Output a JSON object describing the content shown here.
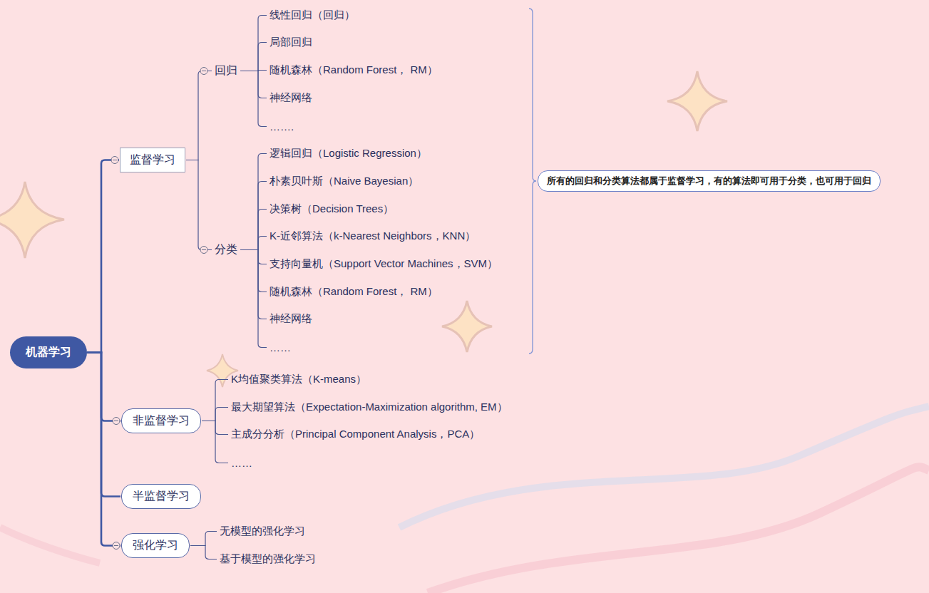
{
  "diagram": {
    "nodes": [
      {
        "text": [
          "机器学习"
        ]
      },
      {
        "text": [
          "监督学习"
        ]
      },
      {
        "text": [
          "回归"
        ]
      },
      {
        "text": [
          "线性回归（回归）"
        ]
      },
      {
        "text": [
          "局部回归"
        ]
      },
      {
        "text": [
          "随机森林（Random Forest， RM）"
        ]
      },
      {
        "text": [
          "神经网络"
        ]
      },
      {
        "text": [
          "……."
        ]
      },
      {
        "text": [
          "分类"
        ]
      },
      {
        "text": [
          "逻辑回归（Logistic Regression）"
        ]
      },
      {
        "text": [
          "朴素贝叶斯（Naive Bayesian）"
        ]
      },
      {
        "text": [
          "决策树（Decision Trees）"
        ]
      },
      {
        "text": [
          "K-近邻算法（k-Nearest Neighbors，KNN）"
        ]
      },
      {
        "text": [
          "支持向量机（Support Vector Machines，SVM）"
        ]
      },
      {
        "text": [
          "随机森林（Random Forest， RM）"
        ]
      },
      {
        "text": [
          "神经网络"
        ]
      },
      {
        "text": [
          "……"
        ]
      },
      {
        "text": [
          "所有的回归和分类算法都属于监督学习，有的算法即可用于分类，也可用于回归"
        ]
      },
      {
        "text": [
          "非监督学习"
        ]
      },
      {
        "text": [
          "K均值聚类算法（K-means）"
        ]
      },
      {
        "text": [
          "最大期望算法（Expectation-Maximization algorithm, EM）"
        ]
      },
      {
        "text": [
          "主成分分析（Principal Component Analysis，PCA）"
        ]
      },
      {
        "text": [
          "……"
        ]
      },
      {
        "text": [
          "半监督学习"
        ]
      },
      {
        "text": [
          "强化学习"
        ]
      },
      {
        "text": [
          "无模型的强化学习"
        ]
      },
      {
        "text": [
          "基于模型的强化学习"
        ]
      }
    ],
    "edges": [
      {
        "from": 0,
        "to": 1,
        "arrow": "none"
      },
      {
        "from": 0,
        "to": 18,
        "arrow": "none"
      },
      {
        "from": 0,
        "to": 23,
        "arrow": "none"
      },
      {
        "from": 0,
        "to": 24,
        "arrow": "none"
      },
      {
        "from": 1,
        "to": 2,
        "arrow": "none"
      },
      {
        "from": 1,
        "to": 8,
        "arrow": "none"
      },
      {
        "from": 2,
        "to": 3,
        "arrow": "none"
      },
      {
        "from": 2,
        "to": 4,
        "arrow": "none"
      },
      {
        "from": 2,
        "to": 5,
        "arrow": "none"
      },
      {
        "from": 2,
        "to": 6,
        "arrow": "none"
      },
      {
        "from": 2,
        "to": 7,
        "arrow": "none"
      },
      {
        "from": 8,
        "to": 9,
        "arrow": "none"
      },
      {
        "from": 8,
        "to": 10,
        "arrow": "none"
      },
      {
        "from": 8,
        "to": 11,
        "arrow": "none"
      },
      {
        "from": 8,
        "to": 12,
        "arrow": "none"
      },
      {
        "from": 8,
        "to": 13,
        "arrow": "none"
      },
      {
        "from": 8,
        "to": 14,
        "arrow": "none"
      },
      {
        "from": 8,
        "to": 15,
        "arrow": "none"
      },
      {
        "from": 8,
        "to": 16,
        "arrow": "none"
      },
      {
        "from": 18,
        "to": 19,
        "arrow": "none"
      },
      {
        "from": 18,
        "to": 20,
        "arrow": "none"
      },
      {
        "from": 18,
        "to": 21,
        "arrow": "none"
      },
      {
        "from": 18,
        "to": 22,
        "arrow": "none"
      },
      {
        "from": 24,
        "to": 25,
        "arrow": "none"
      },
      {
        "from": 24,
        "to": 26,
        "arrow": "none"
      }
    ]
  }
}
